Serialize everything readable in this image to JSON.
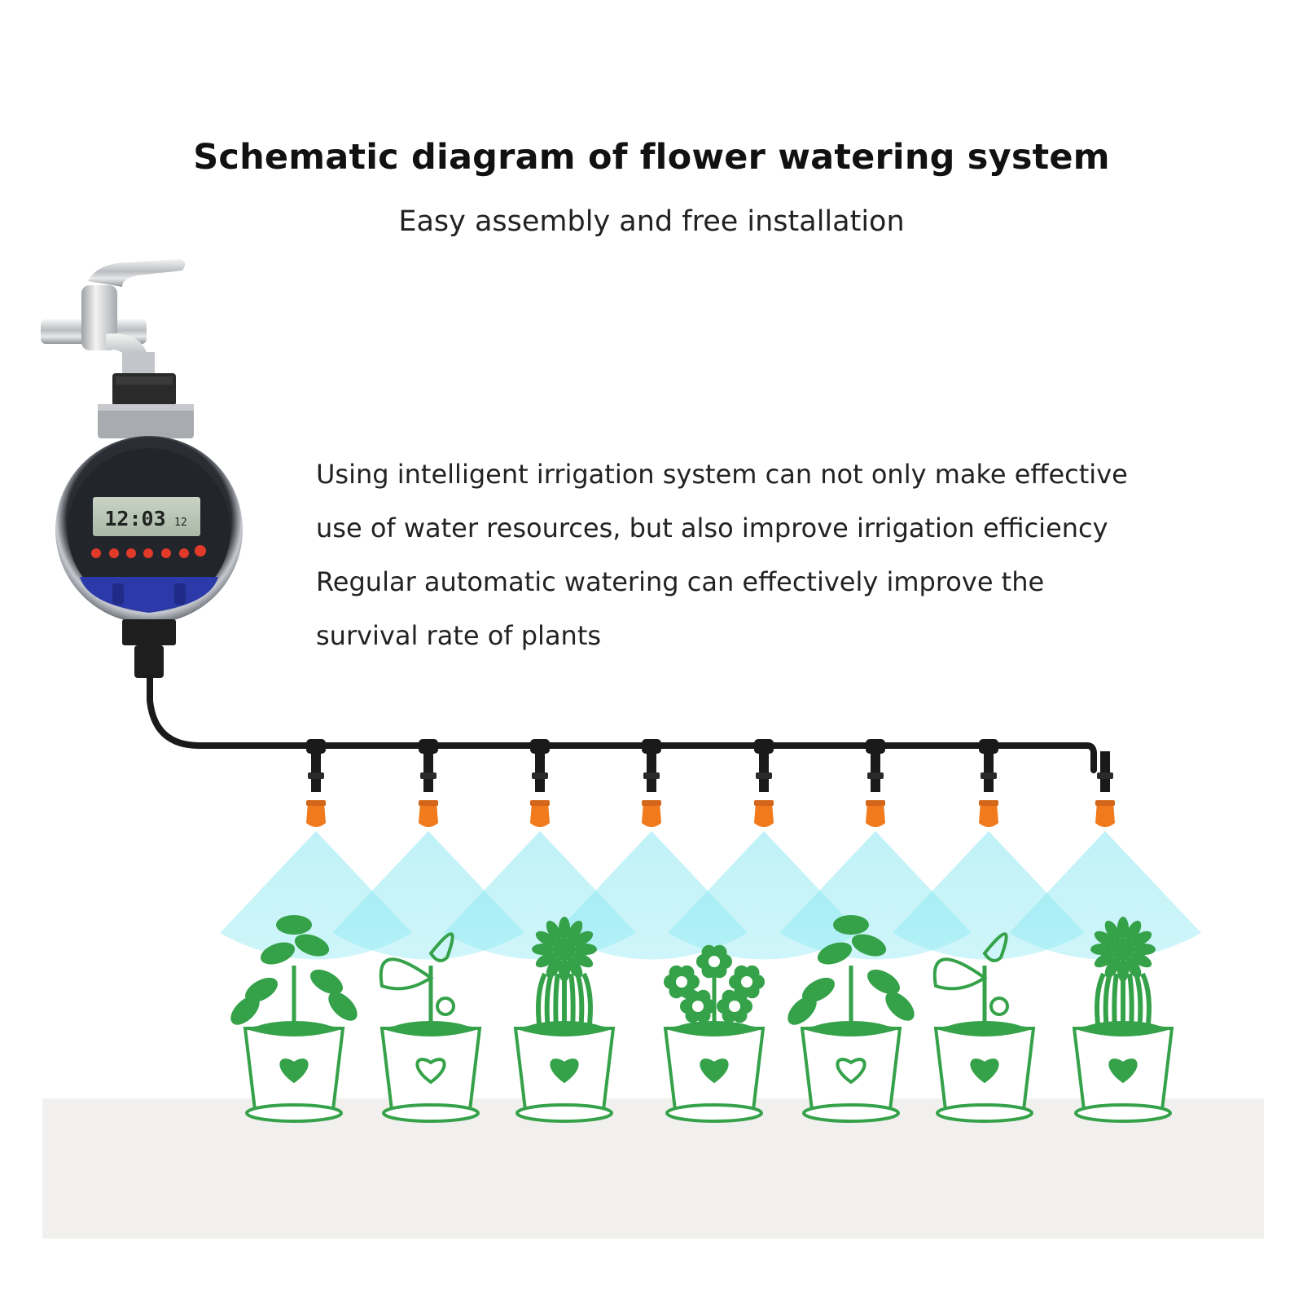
{
  "title": "Schematic diagram of flower watering system",
  "subtitle": "Easy assembly and free installation",
  "description_lines": [
    "Using intelligent irrigation system can not only make effective",
    "use of water resources, but also improve irrigation efficiency",
    "Regular automatic watering can effectively improve the",
    "survival rate of plants"
  ],
  "timer_display": {
    "time": "12:03",
    "seconds": "12"
  },
  "components": {
    "faucet": "faucet",
    "timer": "water-timer",
    "hose": "drip-hose",
    "sprinkler_count": 8,
    "pot_count": 7
  },
  "colors": {
    "hose": "#1a1a1a",
    "nozzle": "#f07a1c",
    "spray": "#7fe3ee",
    "plant": "#35a24a",
    "pot_outline": "#35a24a",
    "ground": "#f1f0ee",
    "timer_blue": "#2b3aa8",
    "timer_buttons": "#e03a28"
  }
}
